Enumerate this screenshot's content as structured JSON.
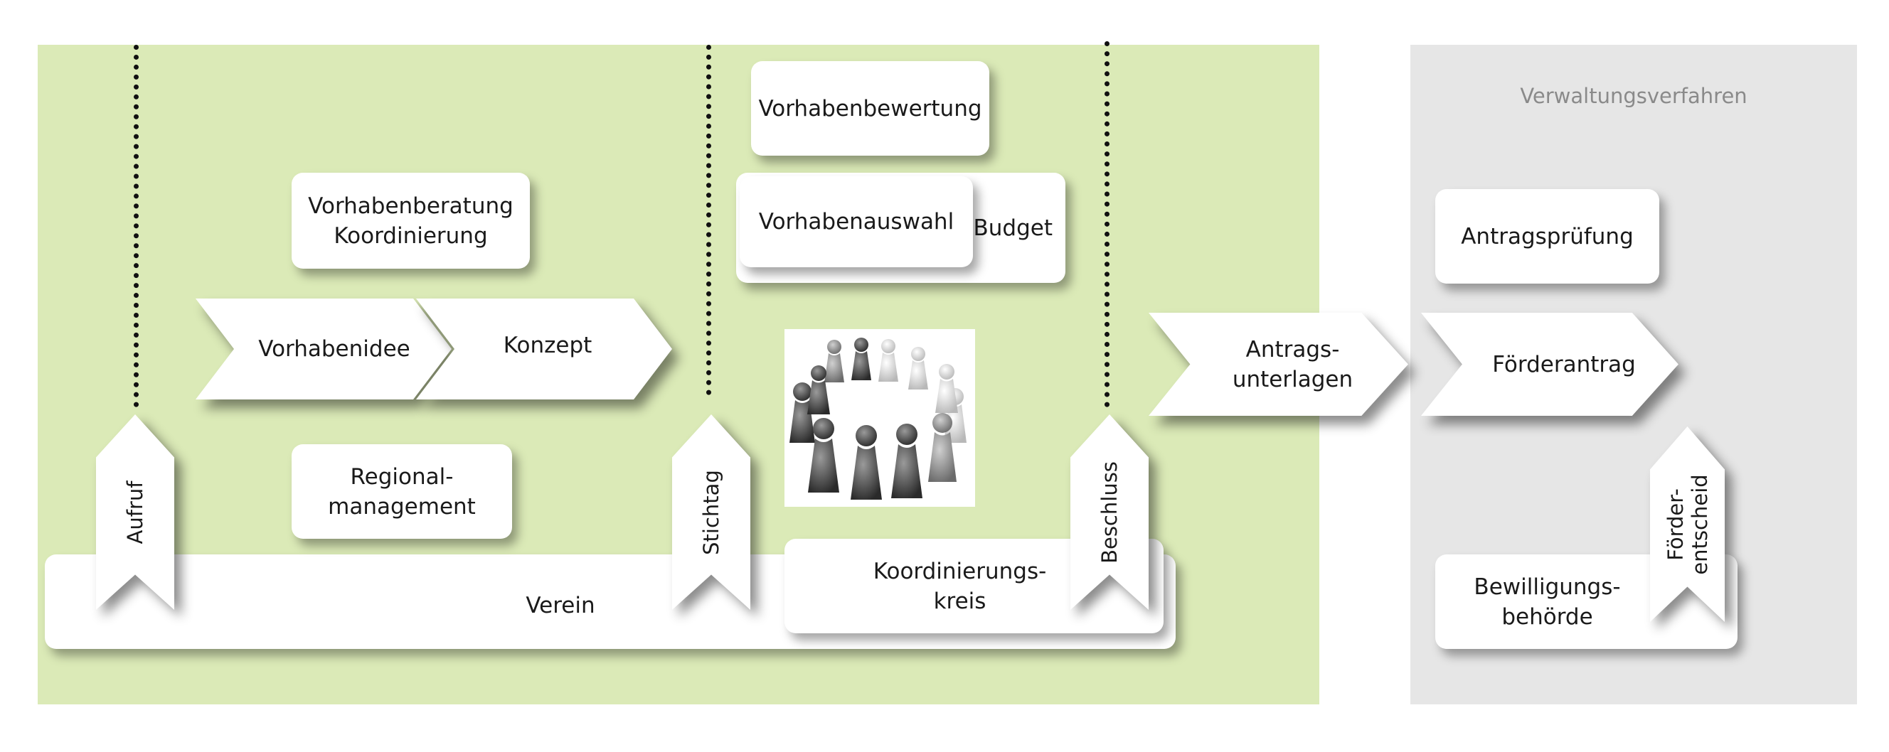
{
  "panels": {
    "admin_title": "Verwaltungsverfahren"
  },
  "boxes": {
    "vorhabenbewertung": "Vorhabenbewertung",
    "vorhabenauswahl": "Vorhabenauswahl",
    "budget": "Budget",
    "vorhabenberatung": "Vorhabenberatung\nKoordinierung",
    "regionalmanagement": "Regional-\nmanagement",
    "verein": "Verein",
    "koordinierungskreis": "Koordinierungs-\nkreis",
    "antragspruefung": "Antragsprüfung",
    "bewilligungsbehoerde": "Bewilligungs-\nbehörde"
  },
  "arrows": {
    "vorhabenidee": "Vorhabenidee",
    "konzept": "Konzept",
    "antragsunterlagen": "Antrags-\nunterlagen",
    "foerderantrag": "Förderantrag"
  },
  "milestones": {
    "aufruf": "Aufruf",
    "stichtag": "Stichtag",
    "beschluss": "Beschluss",
    "foerderentscheid": "Förder-\nentscheid"
  },
  "colors": {
    "green_panel": "#dbeab7",
    "grey_panel": "#e6e6e6"
  }
}
